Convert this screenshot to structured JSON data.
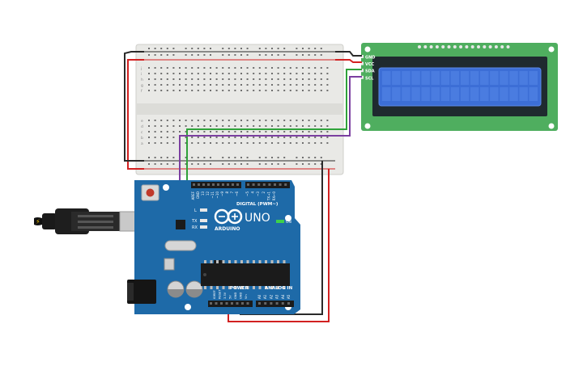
{
  "colors": {
    "board": "#1e6aa8",
    "board_dark": "#164f80",
    "lcd_pcb": "#4fae5f",
    "lcd_screen": "#3c6ed6",
    "wire_red": "#d22121",
    "wire_black": "#2a2a2a",
    "wire_green": "#2fa23a",
    "wire_purple": "#7b3fa0",
    "breadboard": "#e8e8e6"
  },
  "lcd": {
    "pins": [
      "GND",
      "VCC",
      "SDA",
      "SCL"
    ]
  },
  "arduino": {
    "logo_text": "UNO",
    "brand": "ARDUINO",
    "digital_label": "DIGITAL (PWM~)",
    "power_label": "POWER",
    "analog_label": "ANALOG IN",
    "on_label": "ON",
    "tx_label": "TX",
    "rx_label": "RX",
    "l_label": "L",
    "top_pin_labels": [
      "AREF",
      "GND",
      "13",
      "12",
      "~11",
      "~10",
      "~9",
      "8",
      "7",
      "~6",
      "~5",
      "4",
      "~3",
      "2",
      "TX→1",
      "RX←0"
    ],
    "power_pin_labels": [
      "IOREF",
      "RESET",
      "3.3V",
      "5V",
      "GND",
      "GND",
      "Vin"
    ],
    "analog_pin_labels": [
      "A0",
      "A1",
      "A2",
      "A3",
      "A4",
      "A5"
    ]
  },
  "breadboard": {
    "row_letters_top": [
      "j",
      "i",
      "h",
      "g",
      "f"
    ],
    "row_letters_bottom": [
      "e",
      "d",
      "c",
      "b",
      "a"
    ]
  }
}
